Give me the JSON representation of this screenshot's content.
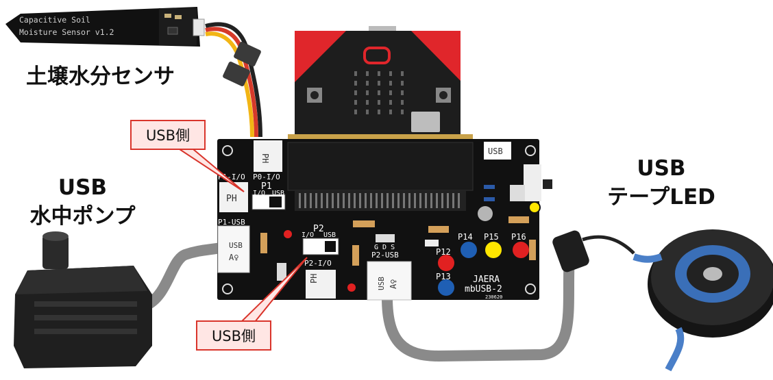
{
  "labels": {
    "soil_sensor": "土壌水分センサ",
    "pump_line1": "USB",
    "pump_line2": "水中ポンプ",
    "led_line1": "USB",
    "led_line2": "テープLED"
  },
  "callouts": {
    "usb_side_top": "USB側",
    "usb_side_bottom": "USB側"
  },
  "sensor_text": {
    "line1": "Capacitive  Soil",
    "line2": "Moisture Sensor v1.2"
  },
  "board_text": {
    "ph_top": "PH",
    "p0_io": "P0-I/O",
    "p1_io": "P1-I/O",
    "p1": "P1",
    "io": "I/O",
    "usb": "USB",
    "ph_left": "PH",
    "p1_usb": "P1-USB",
    "p2": "P2",
    "p2_io": "P2-I/O",
    "p2_usb": "P2-USB",
    "usb_a": "A♀",
    "ph_bottom": "PH",
    "usb_top_right": "USB",
    "p14": "P14",
    "p15": "P15",
    "p16": "P16",
    "p12": "P12",
    "p13": "P13",
    "brand": "JAERA",
    "model": "mbUSB-2",
    "code": "230620",
    "gds": "G D S"
  },
  "colors": {
    "board": "#111111",
    "microbit": "#1a1a1a",
    "microbit_accent": "#e0262b",
    "callout_border": "#d9342b",
    "callout_fill": "#ffe6e4",
    "cable_gray": "#8a8a8a",
    "led_red": "#e12121",
    "led_blue": "#1f5fb4",
    "led_yellow": "#ffe600"
  }
}
